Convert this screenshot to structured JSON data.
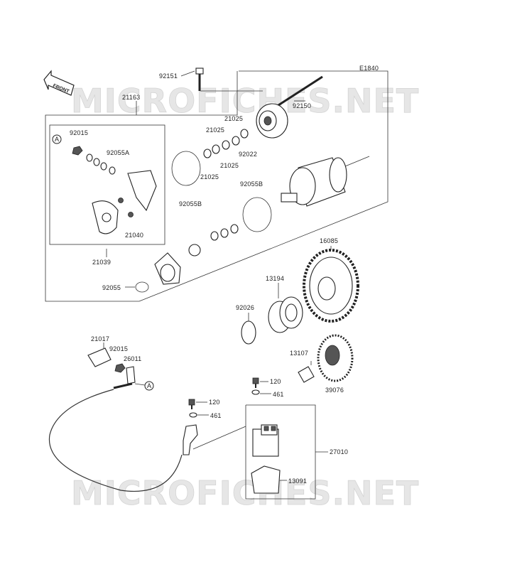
{
  "diagram": {
    "code": "E1840",
    "front_label": "FRONT",
    "watermark_top": "MICROFICHES.NET",
    "watermark_bottom": "MICROFICHES.NET",
    "circle_ref": "A",
    "labels": {
      "p92151": "92151",
      "p92150": "92150",
      "p21163": "21163",
      "p21025a": "21025",
      "p21025b": "21025",
      "p21025c": "21025",
      "p21025d": "21025",
      "p92022": "92022",
      "p92015a": "92015",
      "p92055a": "92055A",
      "p92055b_left": "92055B",
      "p92055b_right": "92055B",
      "p21040": "21040",
      "p21039": "21039",
      "p92055": "92055",
      "p16085": "16085",
      "p13194": "13194",
      "p92026": "92026",
      "p21017": "21017",
      "p92015b": "92015",
      "p26011": "26011",
      "p13107": "13107",
      "p39076": "39076",
      "p120a": "120",
      "p461a": "461",
      "p120b": "120",
      "p461b": "461",
      "p27010": "27010",
      "p13091": "13091"
    }
  }
}
